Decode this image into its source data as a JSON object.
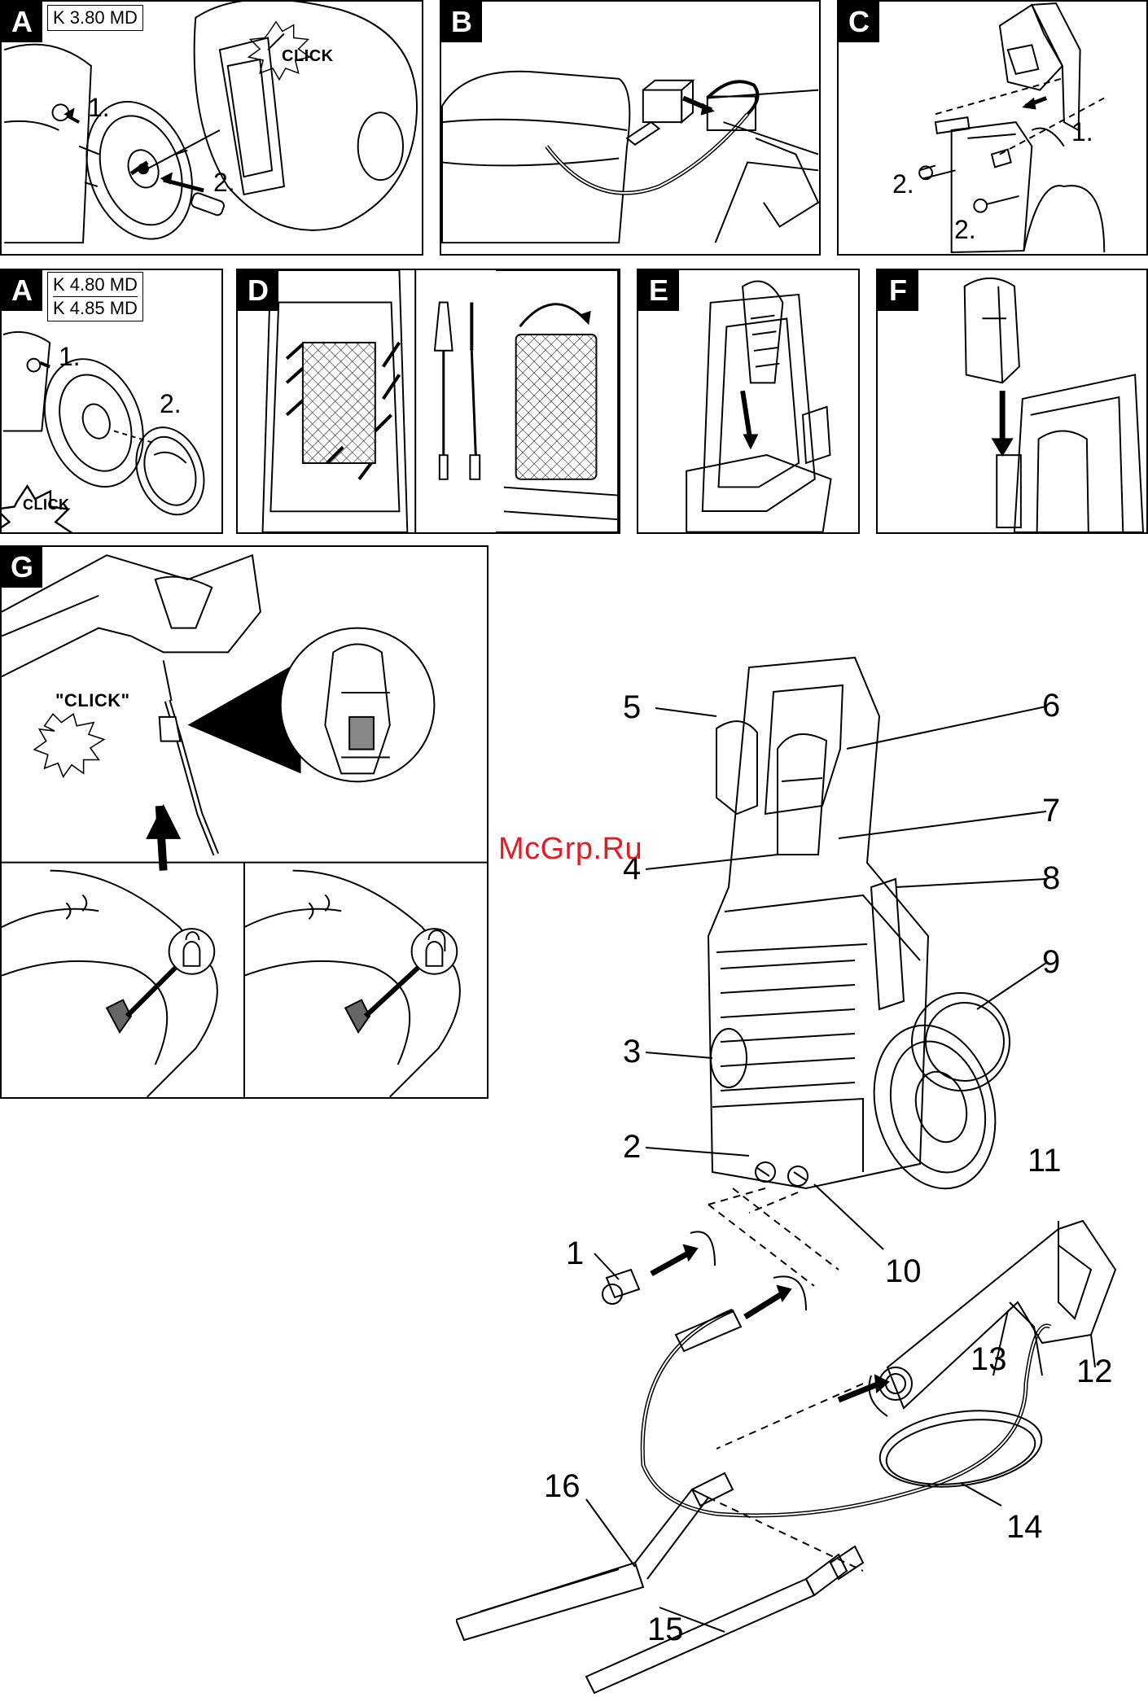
{
  "panels": {
    "a1": {
      "letter": "A",
      "models": [
        "K 3.80 MD"
      ],
      "steps": [
        "1.",
        "2."
      ],
      "click": "CLICK"
    },
    "b": {
      "letter": "B"
    },
    "c": {
      "letter": "C",
      "steps": [
        "1.",
        "2.",
        "2."
      ]
    },
    "a2": {
      "letter": "A",
      "models": [
        "K 4.80 MD",
        "K 4.85 MD"
      ],
      "steps": [
        "1.",
        "2."
      ],
      "click": "CLICK"
    },
    "d": {
      "letter": "D"
    },
    "e": {
      "letter": "E"
    },
    "f": {
      "letter": "F"
    },
    "g": {
      "letter": "G",
      "click": "\"CLICK\""
    }
  },
  "callouts": [
    "1",
    "2",
    "3",
    "4",
    "5",
    "6",
    "7",
    "8",
    "9",
    "10",
    "11",
    "12",
    "13",
    "14",
    "15",
    "16"
  ],
  "watermark": "McGrp.Ru",
  "colors": {
    "line": "#000000",
    "watermark": "#e31b23",
    "shade": "#555555"
  }
}
